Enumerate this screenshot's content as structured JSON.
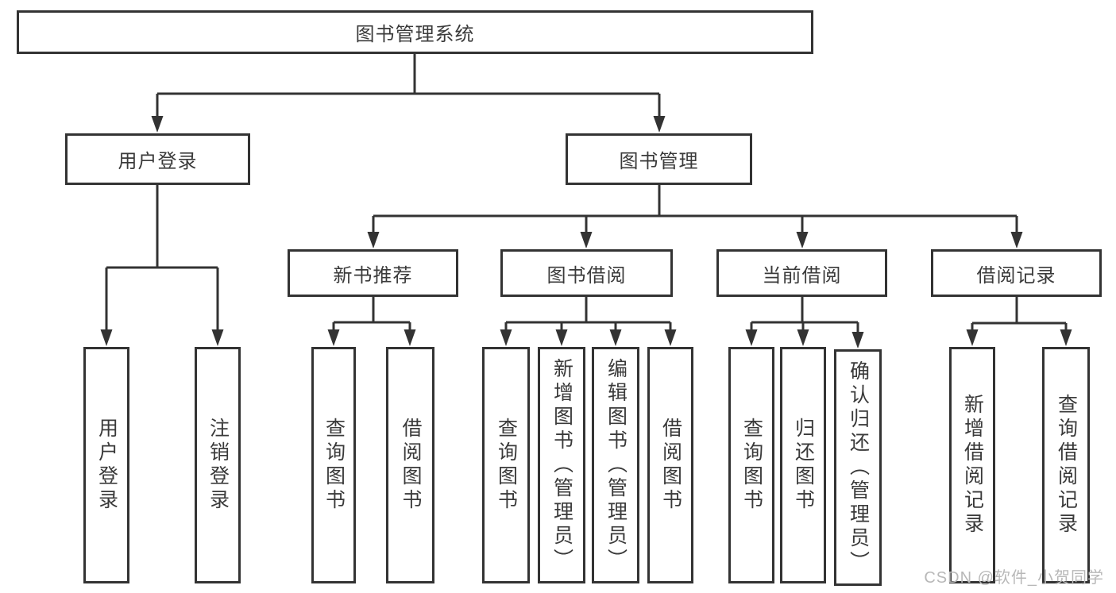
{
  "tree": {
    "root": {
      "label": "图书管理系统"
    },
    "user_login": {
      "label": "用户登录",
      "children": [
        {
          "label": "用户登录"
        },
        {
          "label": "注销登录"
        }
      ]
    },
    "book_management": {
      "label": "图书管理",
      "modules": [
        {
          "label": "新书推荐",
          "children": [
            {
              "label": "查询图书"
            },
            {
              "label": "借阅图书"
            }
          ]
        },
        {
          "label": "图书借阅",
          "children": [
            {
              "label": "查询图书"
            },
            {
              "label": "新增图书（管理员）"
            },
            {
              "label": "编辑图书（管理员）"
            },
            {
              "label": "借阅图书"
            }
          ]
        },
        {
          "label": "当前借阅",
          "children": [
            {
              "label": "查询图书"
            },
            {
              "label": "归还图书"
            },
            {
              "label": "确认归还（管理员）"
            }
          ]
        },
        {
          "label": "借阅记录",
          "children": [
            {
              "label": "新增借阅记录"
            },
            {
              "label": "查询借阅记录"
            }
          ]
        }
      ]
    }
  },
  "watermark": {
    "text": "CSDN @软件_小贺同学"
  },
  "colors": {
    "line": "#333333",
    "text": "#3a3a3a",
    "watermark": "#b8b8b8",
    "background": "#ffffff"
  }
}
